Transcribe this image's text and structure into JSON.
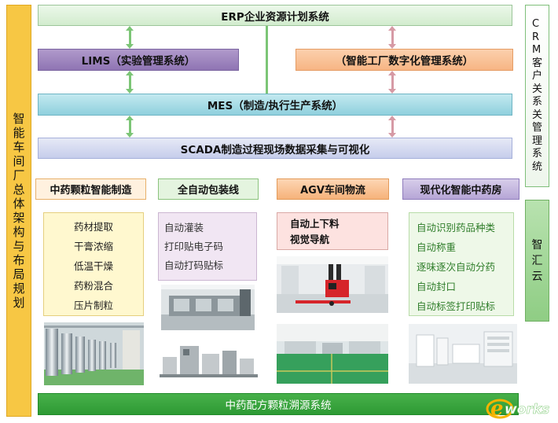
{
  "left_title": "智能车间厂总体架构与布局规划",
  "top": {
    "erp": "ERP企业资源计划系统",
    "lims": "LIMS（实验管理系统）",
    "dfm": "（智能工厂数字化管理系统）",
    "mes": "MES（制造/执行生产系统）",
    "scada": "SCADA制造过程现场数据采集与可视化"
  },
  "right": {
    "crm": "CRM客户关系关管理系统",
    "cloud": "智汇云"
  },
  "categories": [
    {
      "title": "中药颗粒智能制造",
      "items": [
        "药材提取",
        "干膏浓缩",
        "低温干燥",
        "药粉混合",
        "压片制粒"
      ]
    },
    {
      "title": "全自动包装线",
      "items": [
        "自动灌装",
        "打印贴电子码",
        "自动打码贴标"
      ]
    },
    {
      "title": "AGV车间物流",
      "items": [
        "自动上下料",
        "视觉导航"
      ]
    },
    {
      "title": "现代化智能中药房",
      "items": [
        "自动识别药品种类",
        "自动称重",
        "逐味逐次自动分药",
        "自动封口",
        "自动标签打印贴标"
      ]
    }
  ],
  "bottom": "中药配方颗粒溯源系统",
  "watermark": "eworks",
  "colors": {
    "green_arrow": "#7cc576",
    "pink_arrow": "#d69aa5",
    "left_bar": "#f7c744",
    "bottom_bar": "#35a23a"
  }
}
